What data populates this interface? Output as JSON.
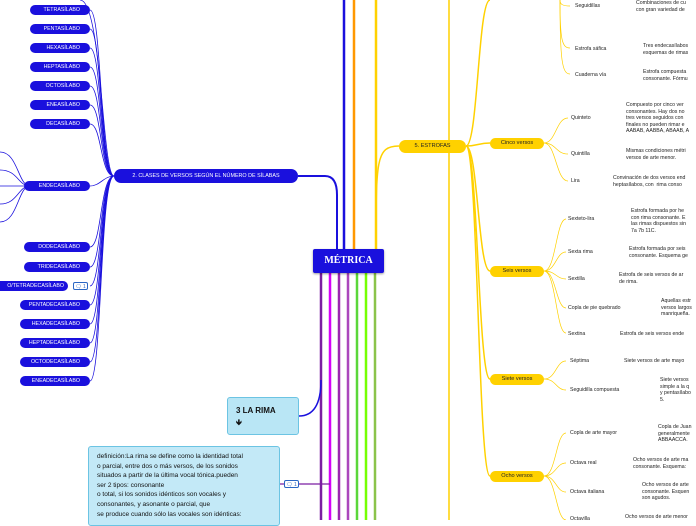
{
  "center": "MÉTRICA",
  "branch2": "2. CLASES DE VERSOS SEGÚN EL NÚMERO DE SÍLABAS",
  "verse_types_top": [
    "TETRASÍLABO",
    "PENTASÍLABO",
    "HEXASÍLABO",
    "HEPTASÍLABO",
    "OCTOSÍLABO",
    "ENEASÍLABO",
    "DECASÍLABO"
  ],
  "endecasilabo": "ENDECASÍLABO",
  "verse_types_bottom": [
    "DODECASÍLABO",
    "TRIDECASÍLABO",
    "O/TETRADECASÍLABO",
    "PENTADECASÍLABO",
    "HEXADECASÍLABO",
    "HEPTADECASÍLABO",
    "OCTODECASÍLABO",
    "ENEADECASÍLABO"
  ],
  "comment_count_1": "1",
  "comment_count_2": "1",
  "rima_title": "3 LA RIMA",
  "rima_arrow": "🡻",
  "rima_def": [
    "definición:La rima se define como la identidad total",
    "o parcial, entre dos o más versos, de los sonidos",
    "situados a partir de la última vocal tónica.pueden",
    "ser 2 tipos: consonante",
    "o total, si los sonidos idénticos son vocales y",
    "consonantes, y asonante o parcial, que",
    "se produce cuando sólo las vocales son idénticas:"
  ],
  "estrofas": "5. ESTROFAS",
  "groups": [
    "Cinco versos",
    "Seis versos",
    "Siete versos",
    "Ocho versos"
  ],
  "leaves": [
    {
      "label": "Seguidillas",
      "desc": [
        "Combinaciones de cu",
        "con gran variedad de"
      ]
    },
    {
      "label": "Estrofa sáfica",
      "desc": [
        "Tres endecasílabos",
        "esquemas de rimas"
      ]
    },
    {
      "label": "Cuaderna vía",
      "desc": [
        "Estrofa compuesta",
        "consonante. Fórmu"
      ]
    },
    {
      "label": "Quinteto",
      "desc": [
        "Compuesto por cinco ver",
        "consonantes. Hay dos no",
        "tres versos seguidos con",
        "finales no pueden rimar e",
        "AABAB, AABBA, ABAAB, A"
      ]
    },
    {
      "label": "Quintilla",
      "desc": [
        "Mismas condiciones métri",
        "versos de arte menor."
      ]
    },
    {
      "label": "Lira",
      "desc": [
        "Convinación de dos versos end",
        "heptasílabos, con  rima conso"
      ]
    },
    {
      "label": "Sexteto-lira",
      "desc": [
        "Estrofa formada por he",
        "con rima consonante. E",
        "las rimas dispuestos sin",
        "7a 7b 11C."
      ]
    },
    {
      "label": "Sexta rima",
      "desc": [
        "Estrofa formada por seis",
        "consonante. Esquema ge"
      ]
    },
    {
      "label": "Sextilla",
      "desc": [
        "Estrofa de seis versos de ar",
        "de rima."
      ]
    },
    {
      "label": "Copla de pie quebrado",
      "desc": [
        "Aquellas estr",
        "versos largos",
        "manriqueña."
      ]
    },
    {
      "label": "Sextina",
      "desc": [
        "Estrofa de seis versos ende"
      ]
    },
    {
      "label": "Séptima",
      "desc": [
        "Siete versos de arte mayo"
      ]
    },
    {
      "label": "Seguidilla compuesta",
      "desc": [
        "Siete versos",
        "simple a la q",
        "y pentasílabo",
        "5."
      ]
    },
    {
      "label": "Copla de arte mayor",
      "desc": [
        "Copla de Juan",
        "generalmente",
        "ABBAACCA."
      ]
    },
    {
      "label": "Octava real",
      "desc": [
        "Ocho versos de arte ma",
        "consonante. Esquema:"
      ]
    },
    {
      "label": "Octava italiana",
      "desc": [
        "Ocho versos de arte",
        "consonante. Esquen",
        "son agudos."
      ]
    },
    {
      "label": "Octavilla",
      "desc": [
        "Ocho versos de arte menor"
      ]
    }
  ]
}
